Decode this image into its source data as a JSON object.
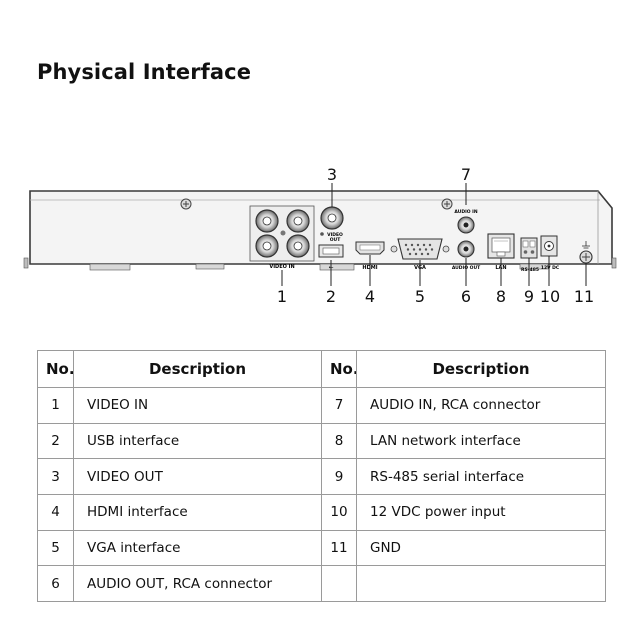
{
  "page": {
    "title": "Physical Interface"
  },
  "diagram": {
    "silkscreen": {
      "video_in": "VIDEO IN",
      "video_out_1": "VIDEO",
      "video_out_2": "OUT",
      "hdmi": "HDMI",
      "vga": "VGA",
      "audio_in": "AUDIO IN",
      "audio_out": "AUDIO OUT",
      "lan": "LAN",
      "rs485": "RS-485",
      "power": "12V DC"
    },
    "callouts": {
      "n1": "1",
      "n2": "2",
      "n3": "3",
      "n4": "4",
      "n5": "5",
      "n6": "6",
      "n7": "7",
      "n8": "8",
      "n9": "9",
      "n10": "10",
      "n11": "11"
    }
  },
  "table": {
    "headers": {
      "no_left": "No.",
      "desc_left": "Description",
      "no_right": "No.",
      "desc_right": "Description"
    },
    "rows": [
      {
        "no_left": "1",
        "desc_left": "VIDEO IN",
        "no_right": "7",
        "desc_right": "AUDIO IN, RCA connector"
      },
      {
        "no_left": "2",
        "desc_left": "USB interface",
        "no_right": "8",
        "desc_right": "LAN network interface"
      },
      {
        "no_left": "3",
        "desc_left": "VIDEO OUT",
        "no_right": "9",
        "desc_right": "RS-485 serial interface"
      },
      {
        "no_left": "4",
        "desc_left": "HDMI interface",
        "no_right": "10",
        "desc_right": "12 VDC power input"
      },
      {
        "no_left": "5",
        "desc_left": "VGA interface",
        "no_right": "11",
        "desc_right": "GND"
      },
      {
        "no_left": "6",
        "desc_left": "AUDIO OUT, RCA connector",
        "no_right": "",
        "desc_right": ""
      }
    ]
  }
}
